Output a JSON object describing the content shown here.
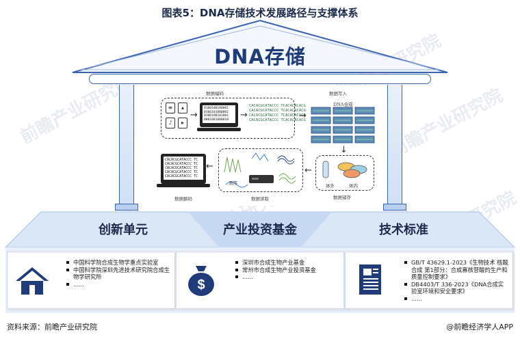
{
  "title": "图表5：DNA存储技术发展路径与支撑体系",
  "roof_title": "DNA存储",
  "process": {
    "encode_label": "数据编码",
    "write_label": "数据写入",
    "synth_label": "DNA合成",
    "store_label": "数据储存",
    "read_label": "数据读取",
    "decode_label": "数据解码",
    "sequencing_label": "测序",
    "in_vivo_label": "体外",
    "in_vitro_label": "体内",
    "binary": "0100100100001\n0100101000001\n0100100101001\n0001001000010",
    "dna_lines": "CACACGCATACCC TCACACACACG\nCACACGCATACCC TCACACACACG\nCACACGCATACCC TCACACACACG\nCACACGCATACCC TCACACACACG",
    "screen_text": "CACACGCATACCC TC\nCACACGCATACCC TC\nCACACGCATACCC TC\nCACACGCATACCC TC\nCACACGCATACCC TC"
  },
  "pillars": [
    {
      "title": "创新单元",
      "icon": "house-icon",
      "items": [
        "中国科学院合成生物学重点实验室",
        "中国科学院深圳先进技术研究院合成生物学研究所",
        "......"
      ]
    },
    {
      "title": "产业投资基金",
      "icon": "money-bag-icon",
      "items": [
        "深圳市合成生物产业基金",
        "常州市合成生物产业投资基金",
        "......"
      ]
    },
    {
      "title": "技术标准",
      "icon": "document-icon",
      "items": [
        "GB/T 43629.1-2023《生物技术 核酸合成 第1部分：合成寡核苷酸的生产和质量控制要求》",
        "DB4403/T 336-2023《DNA合成实验室环境和安全要求》",
        "......"
      ]
    }
  ],
  "colors": {
    "accent": "#3b63b3",
    "dark": "#1b2a4a",
    "light": "#dbe6f7"
  },
  "footer_source": "资料来源：前瞻产业研究院",
  "footer_brand": "@前瞻经济学人APP",
  "watermark": "前瞻产业研究院"
}
